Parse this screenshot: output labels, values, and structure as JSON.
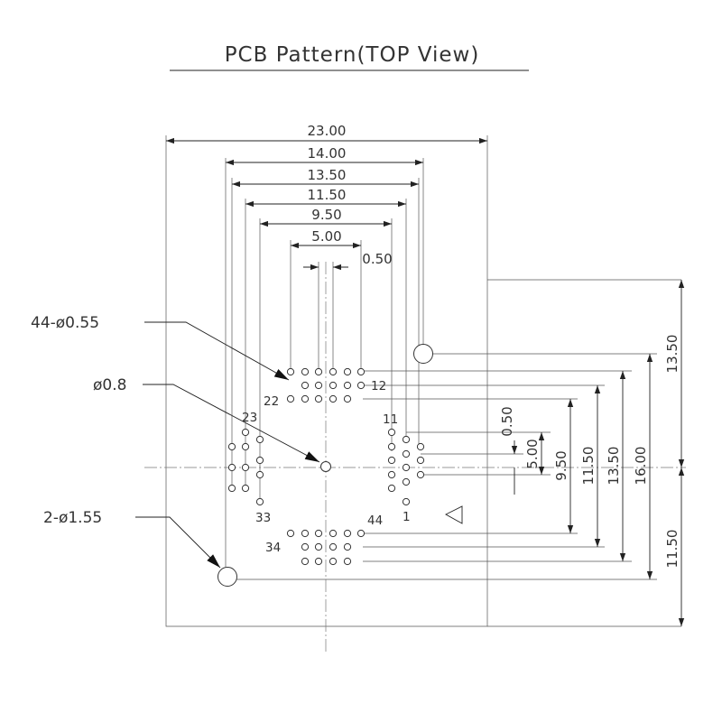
{
  "title": "PCB Pattern(TOP View)",
  "dimensions": {
    "top": [
      "23.00",
      "14.00",
      "13.50",
      "11.50",
      "9.50",
      "5.00",
      "0.50"
    ],
    "right": [
      "0.50",
      "5.00",
      "9.50",
      "11.50",
      "13.50",
      "16.00"
    ],
    "right_outer": [
      "13.50",
      "11.50"
    ]
  },
  "callouts": {
    "pads": "44-ø0.55",
    "center_hole": "ø0.8",
    "mount_holes": "2-ø1.55"
  },
  "pin_labels": [
    "12",
    "22",
    "23",
    "11",
    "33",
    "1",
    "44",
    "34"
  ]
}
